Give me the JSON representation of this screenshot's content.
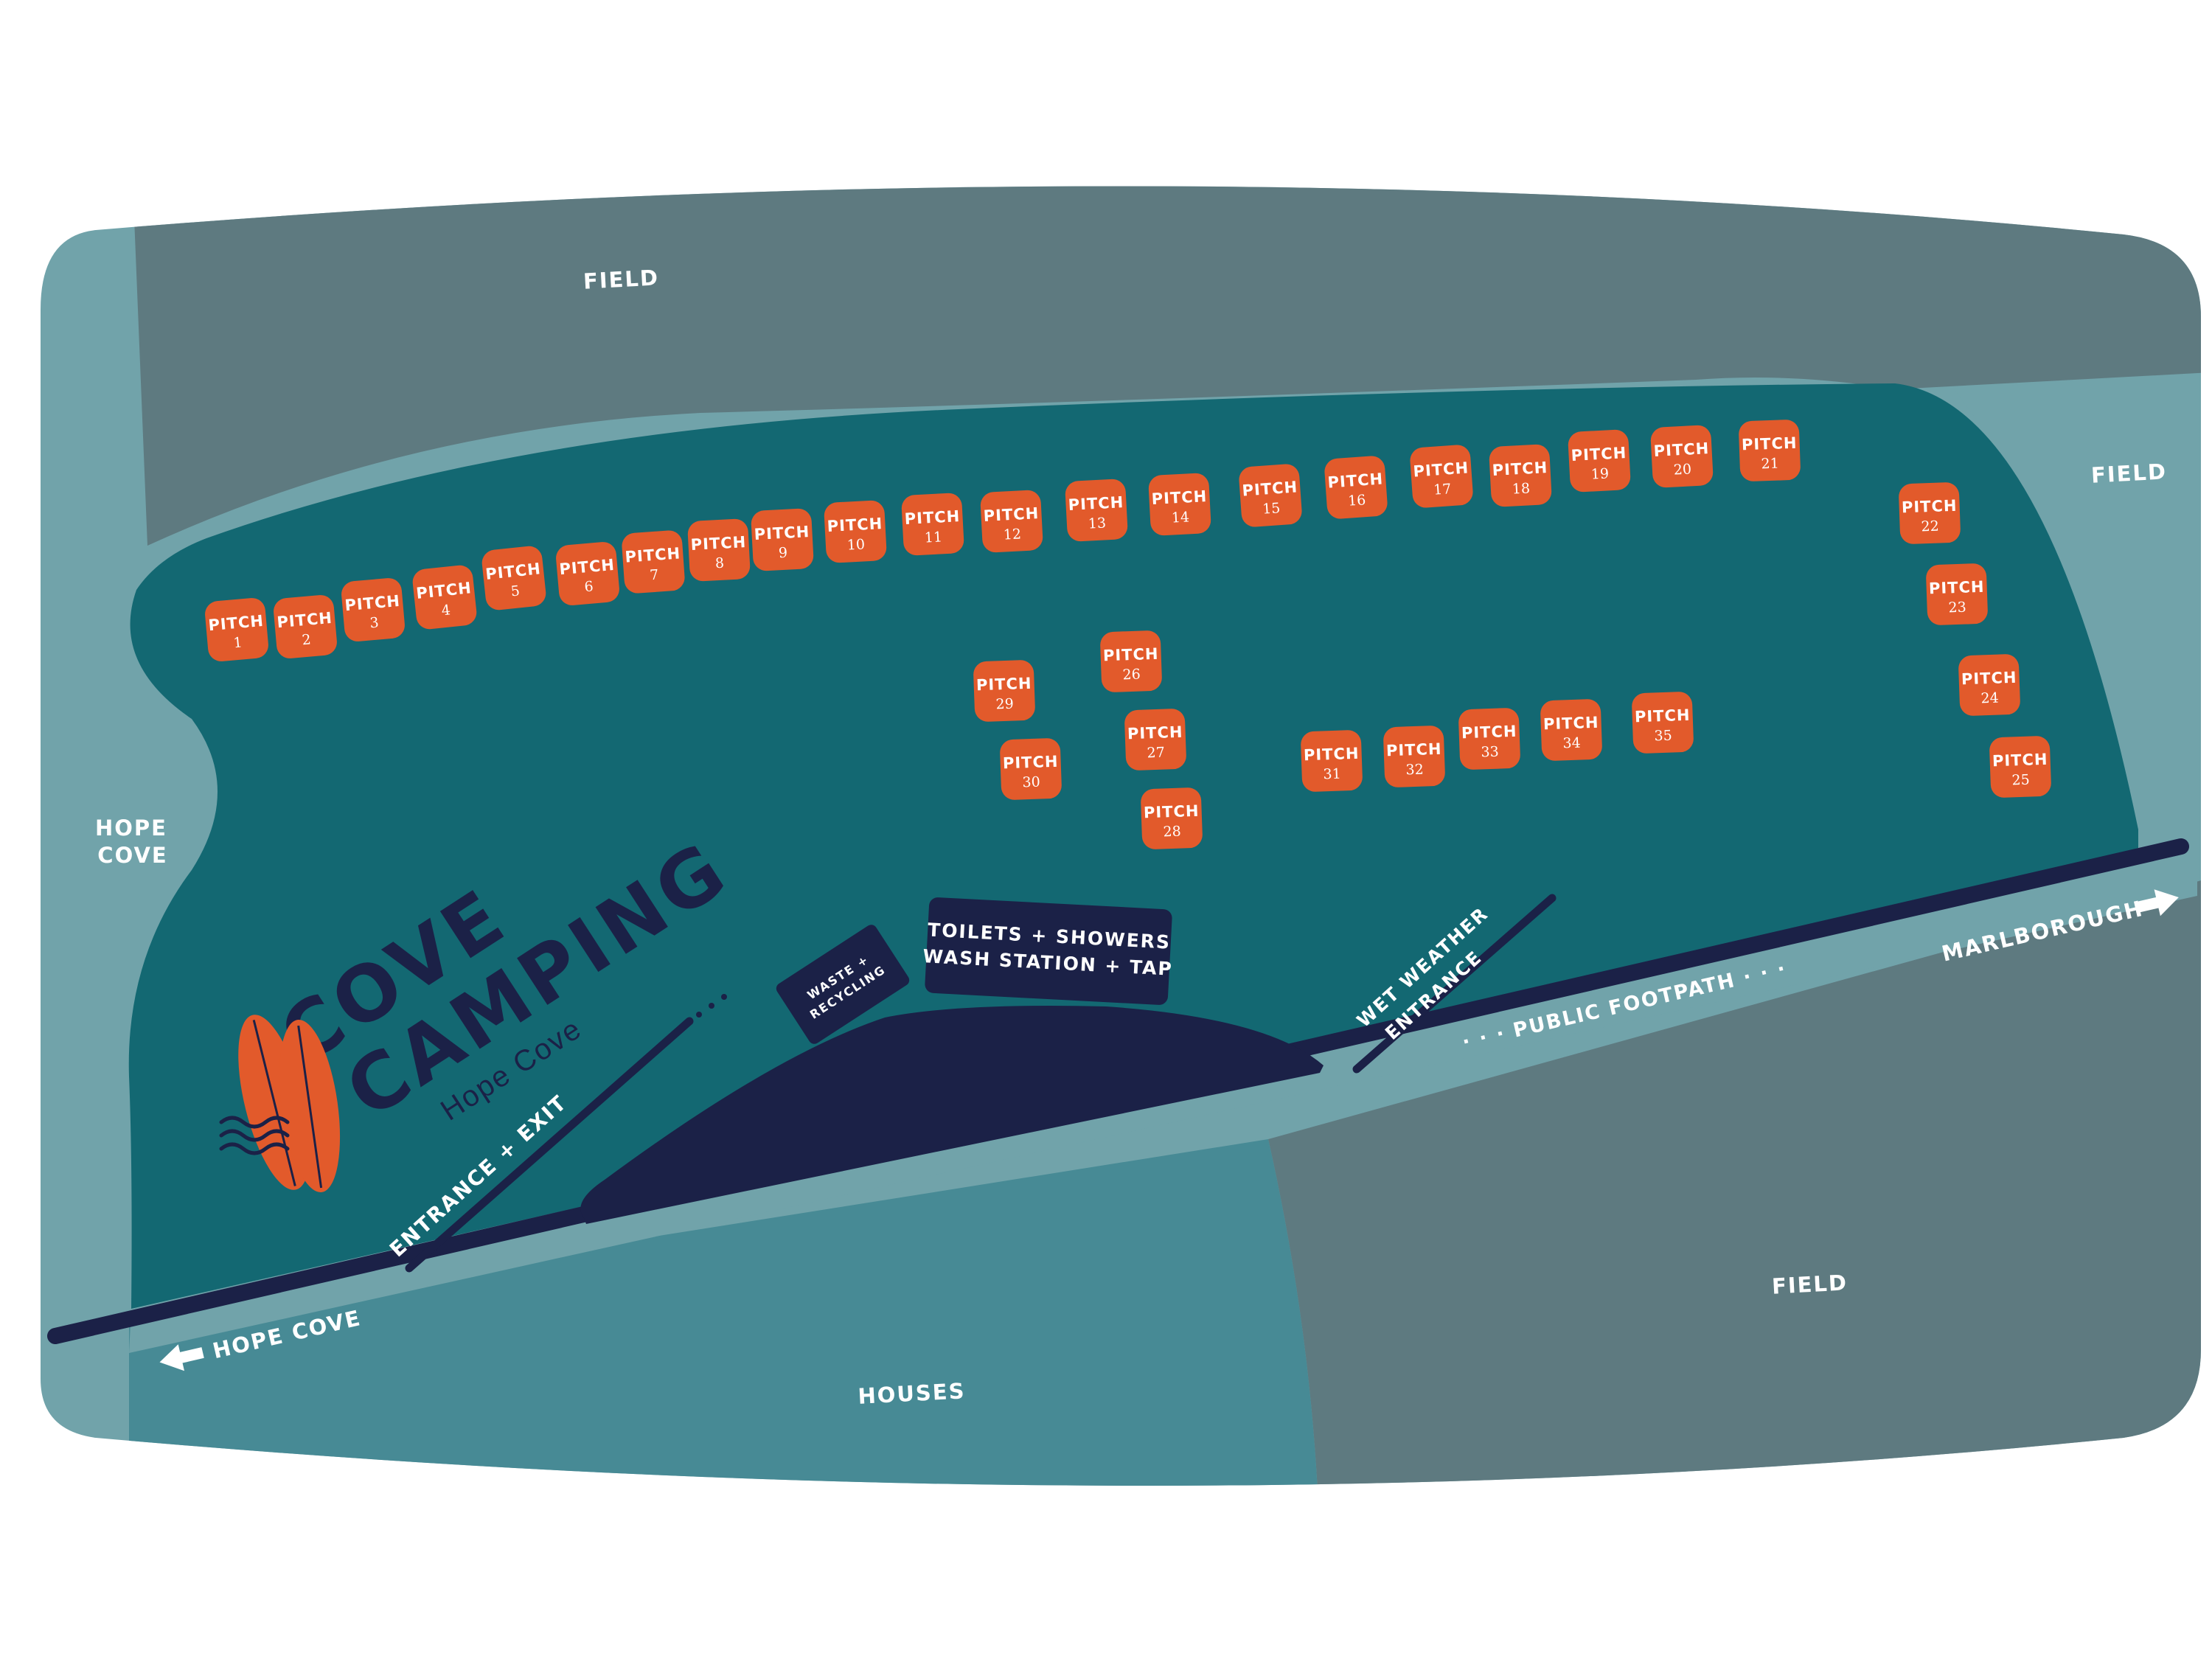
{
  "areas": {
    "field_top": "FIELD",
    "field_right": "FIELD",
    "field_bottom": "FIELD",
    "houses": "HOUSES",
    "hope_cove_line1": "HOPE",
    "hope_cove_line2": "COVE"
  },
  "directions": {
    "hope_cove": "HOPE COVE",
    "marlborough": "MARLBOROUGH"
  },
  "paths": {
    "public_footpath": "· · ·  PUBLIC FOOTPATH  · · ·",
    "entrance_exit": "ENTRANCE + EXIT",
    "wet_weather_line1": "WET WEATHER",
    "wet_weather_line2": "ENTRANCE"
  },
  "facilities": {
    "toilets_line1": "TOILETS + SHOWERS",
    "toilets_line2": "WASH STATION + TAP",
    "waste_line1": "WASTE +",
    "waste_line2": "RECYCLING"
  },
  "brand": {
    "line1": "COVE",
    "line2": "CAMPING",
    "sub": "Hope Cove"
  },
  "pitch_label": "PITCH",
  "pitches": [
    "1",
    "2",
    "3",
    "4",
    "5",
    "6",
    "7",
    "8",
    "9",
    "10",
    "11",
    "12",
    "13",
    "14",
    "15",
    "16",
    "17",
    "18",
    "19",
    "20",
    "21",
    "22",
    "23",
    "24",
    "25",
    "26",
    "27",
    "28",
    "29",
    "30",
    "31",
    "32",
    "33",
    "34",
    "35"
  ],
  "colors": {
    "pitch": "#e25a2b",
    "campsite": "#136872",
    "field": "#5e7a80",
    "houses": "#478a95",
    "hope_cove": "#71a3aa",
    "navy": "#1b2147"
  }
}
